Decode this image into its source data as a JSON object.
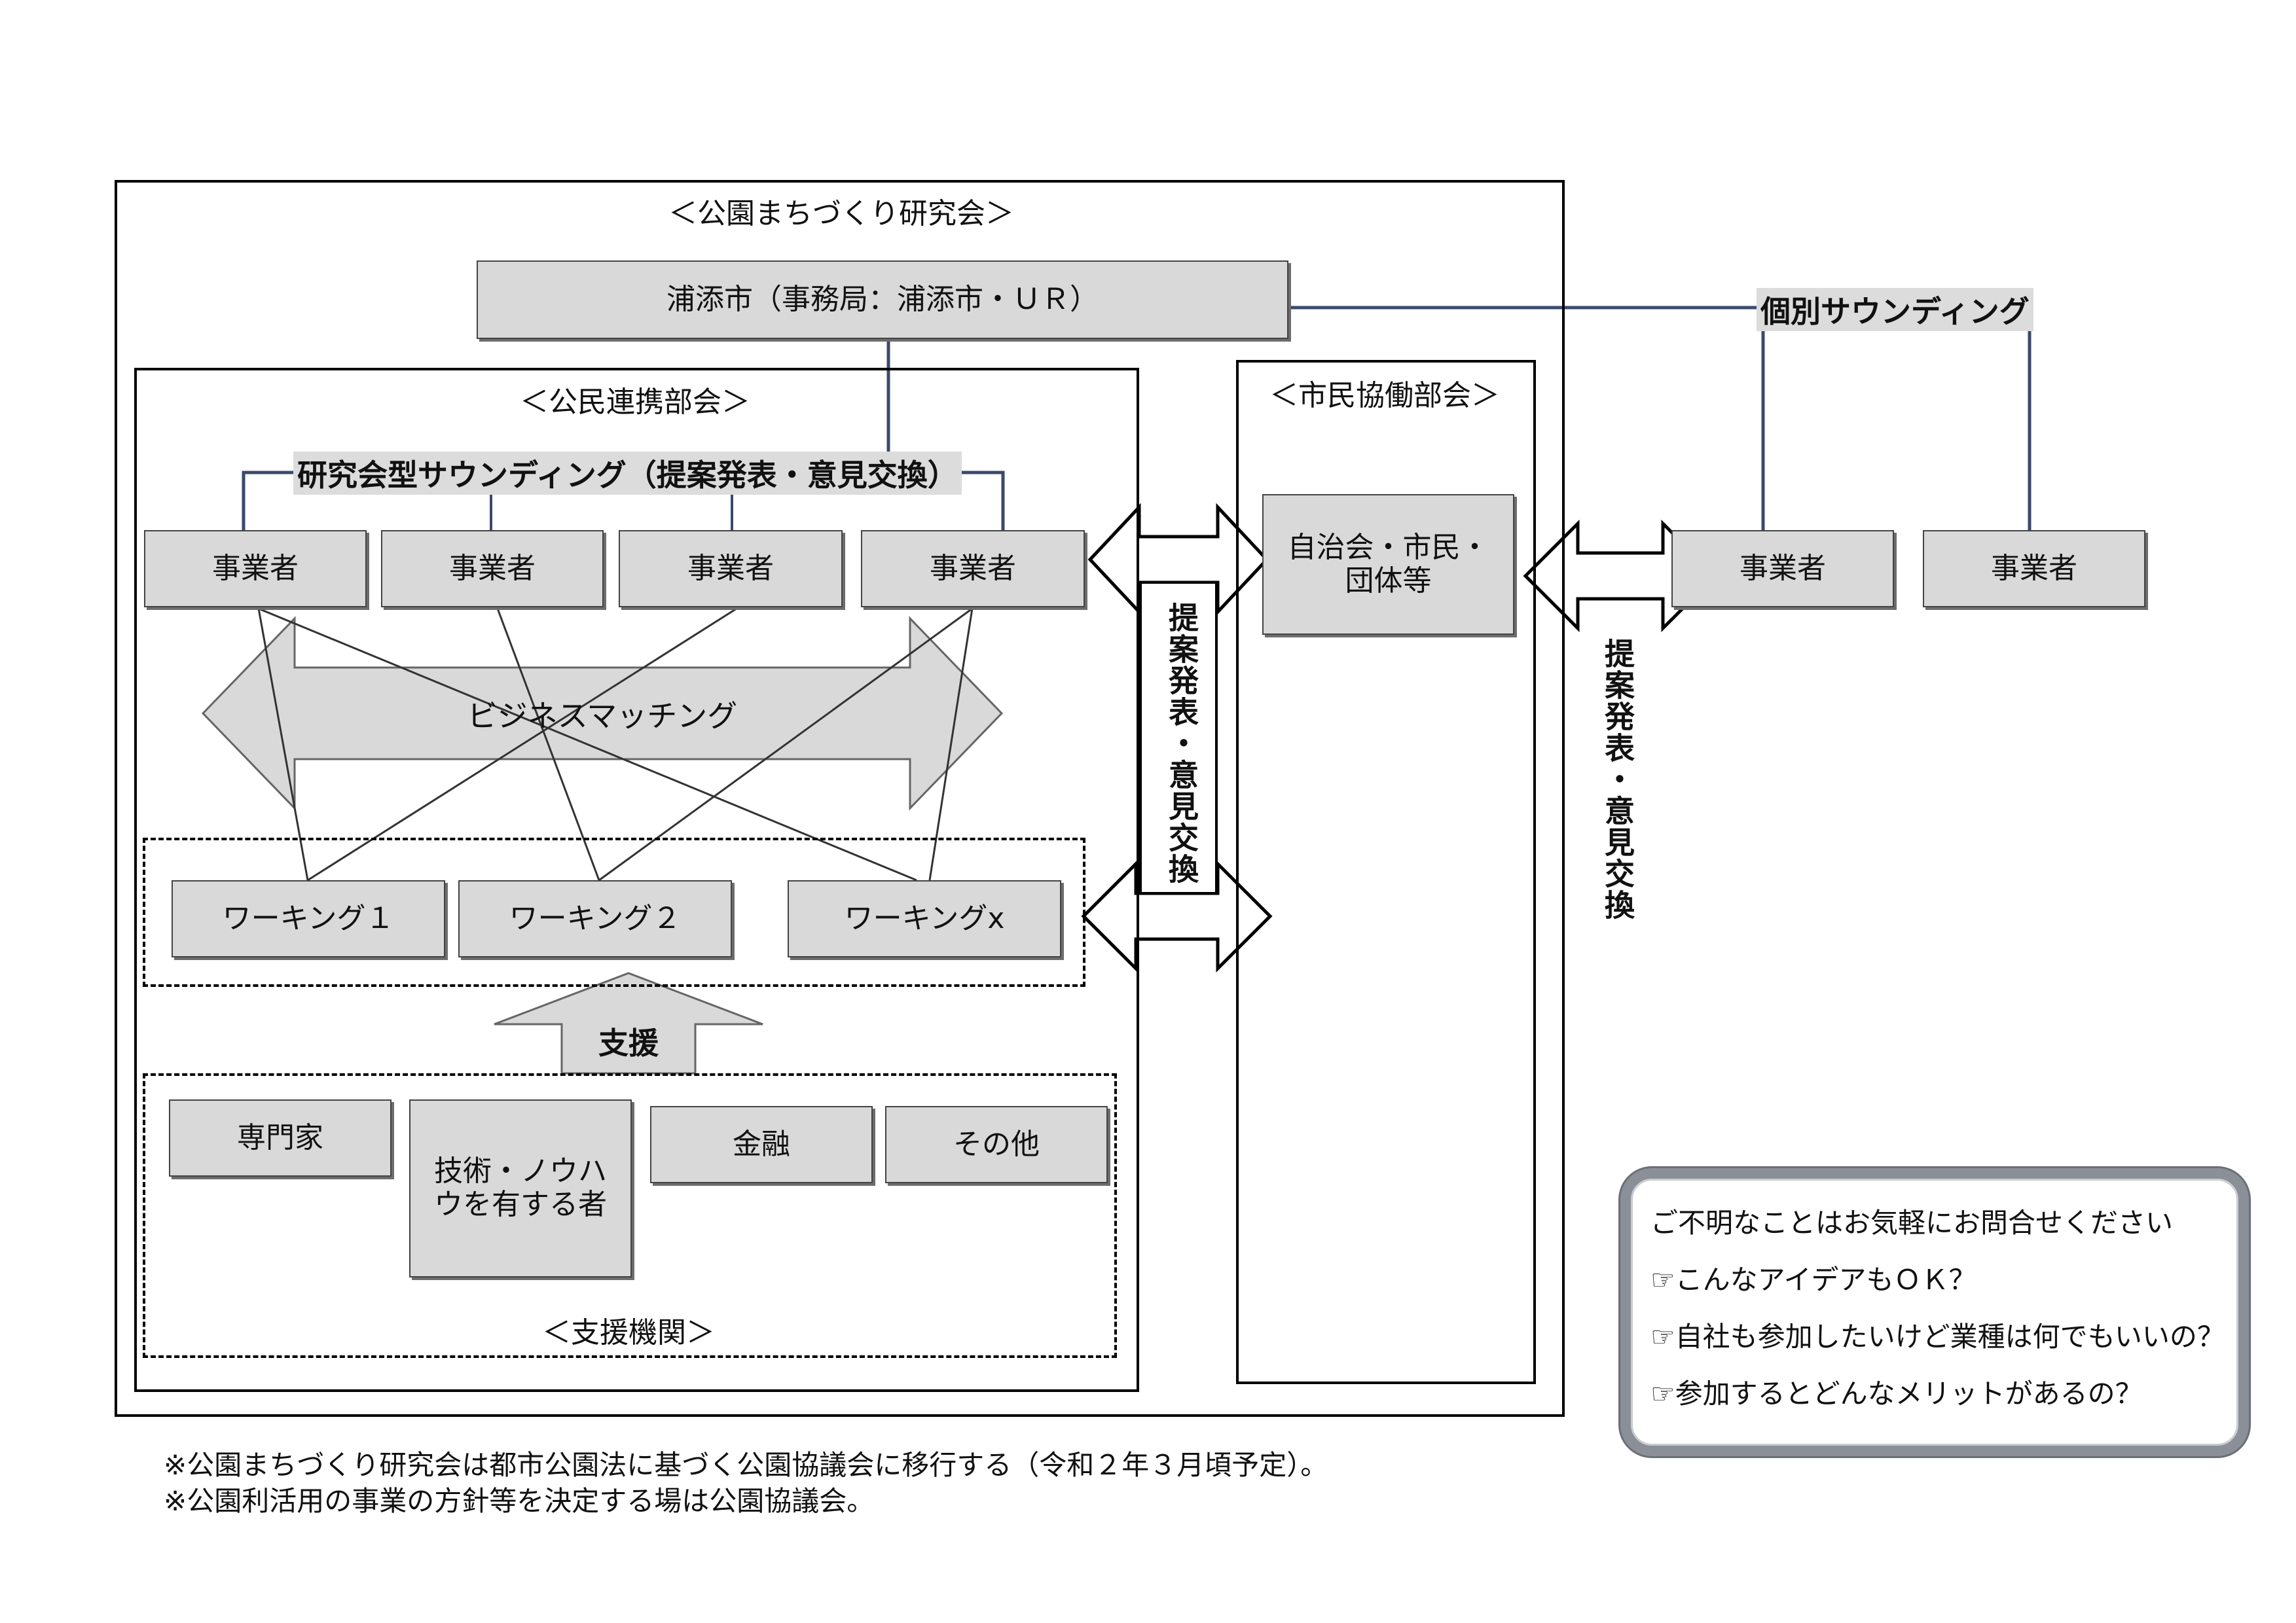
{
  "titles": {
    "research_group": "＜公園まちづくり研究会＞",
    "public_private": "＜公民連携部会＞",
    "citizen": "＜市民協働部会＞",
    "support_orgs": "＜支援機関＞"
  },
  "top_box": "浦添市（事務局：浦添市・ＵＲ）",
  "sounding_research": "研究会型サウンディング（提案発表・意見交換）",
  "sounding_individual": "個別サウンディング",
  "operators": [
    "事業者",
    "事業者",
    "事業者",
    "事業者"
  ],
  "external_operators": [
    "事業者",
    "事業者"
  ],
  "business_matching": "ビジネスマッチング",
  "workings": [
    "ワーキング１",
    "ワーキング２",
    "ワーキングx"
  ],
  "support_label": "支援",
  "supporters": [
    "専門家",
    "技術・ノウハウを有する者",
    "金融",
    "その他"
  ],
  "citizen_box": "自治会・市民・団体等",
  "exchange_label": "提案発表・意見交換",
  "inquiry": {
    "heading": "ご不明なことはお気軽にお問合せください",
    "items": [
      "☞こんなアイデアもＯＫ？",
      "☞自社も参加したいけど業種は何でもいいの？",
      "☞参加するとどんなメリットがあるの？"
    ]
  },
  "notes": [
    "※公園まちづくり研究会は都市公園法に基づく公園協議会に移行する（令和２年３月頃予定）。",
    "※公園利活用の事業の方針等を決定する場は公園協議会。"
  ]
}
